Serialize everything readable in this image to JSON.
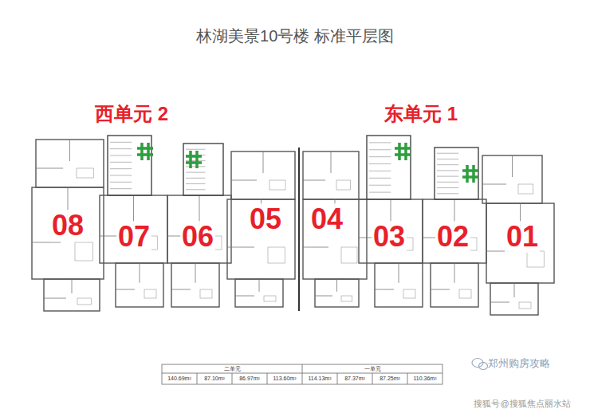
{
  "diagram": {
    "title": "林湖美景10号楼 标准平层图",
    "labels": [
      "西单元 2",
      "东单元 1",
      "08",
      "07",
      "06",
      "05",
      "04",
      "03",
      "02",
      "01",
      "二单元",
      "一单元",
      "140.69m²",
      "87.10m²",
      "86.97m²",
      "113.60m²",
      "114.13m²",
      "87.37m²",
      "87.25m²",
      "110.36m²",
      "郑州购房攻略",
      "搜狐号@搜狐焦点丽水站"
    ]
  }
}
